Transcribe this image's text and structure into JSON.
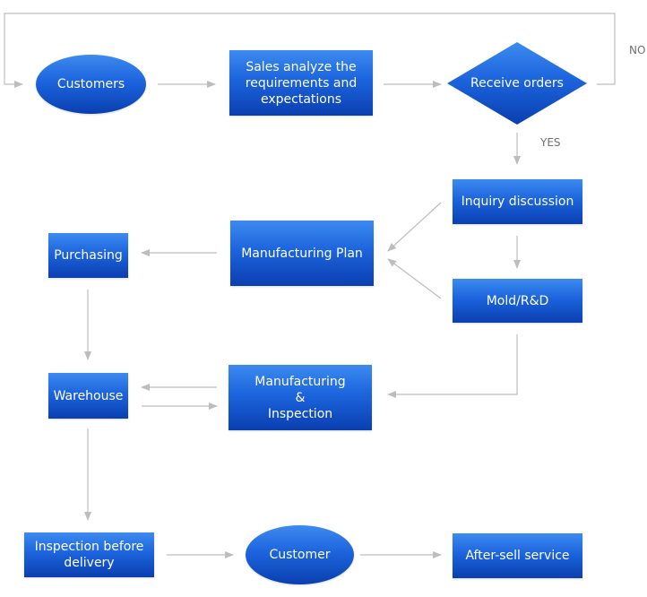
{
  "nodes": {
    "customers": "Customers",
    "sales": "Sales analyze the\nrequirements and\nexpectations",
    "receive_orders": "Receive orders",
    "inquiry": "Inquiry discussion",
    "manufacturing_plan": "Manufacturing Plan",
    "purchasing": "Purchasing",
    "mold_rd": "Mold/R&D",
    "warehouse": "Warehouse",
    "manufacturing_inspection": "Manufacturing\n&\nInspection",
    "inspection_before_delivery": "Inspection before\ndelivery",
    "customer": "Customer",
    "after_sell": "After-sell service"
  },
  "labels": {
    "no": "NO",
    "yes": "YES"
  },
  "colors": {
    "node_top": "#3d8bf0",
    "node_bottom": "#0a3fb0",
    "connector": "#bdbdbd",
    "label": "#707070"
  }
}
